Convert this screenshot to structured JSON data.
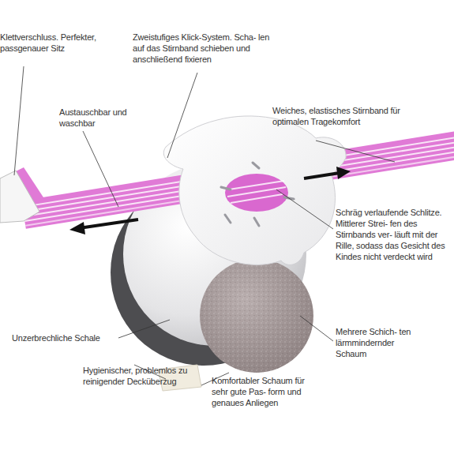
{
  "diagram": {
    "labels": [
      "Klettverschluss. Perfekter, passgenauer Sitz",
      "Zweistufiges Klick-System. Scha- len auf das Stirnband schieben und anschließend fixieren",
      "Weiches, elastisches Stirnband für optimalen Tragekomfort",
      "Austauschbar und waschbar",
      "Schräg verlaufende Schlitze. Mittlerer Strei- fen des Stirnbands ver- läuft mit der Rille, sodass das Gesicht des Kindes nicht verdeckt wird",
      "Unzerbrechliche Schale",
      "Mehrere Schich- ten lärmmindernder Schaum",
      "Hygienischer, problemlos zu reinigender Decküberzug",
      "Komfortabler Schaum für sehr gute Pas- form und genaues Anliegen"
    ]
  }
}
